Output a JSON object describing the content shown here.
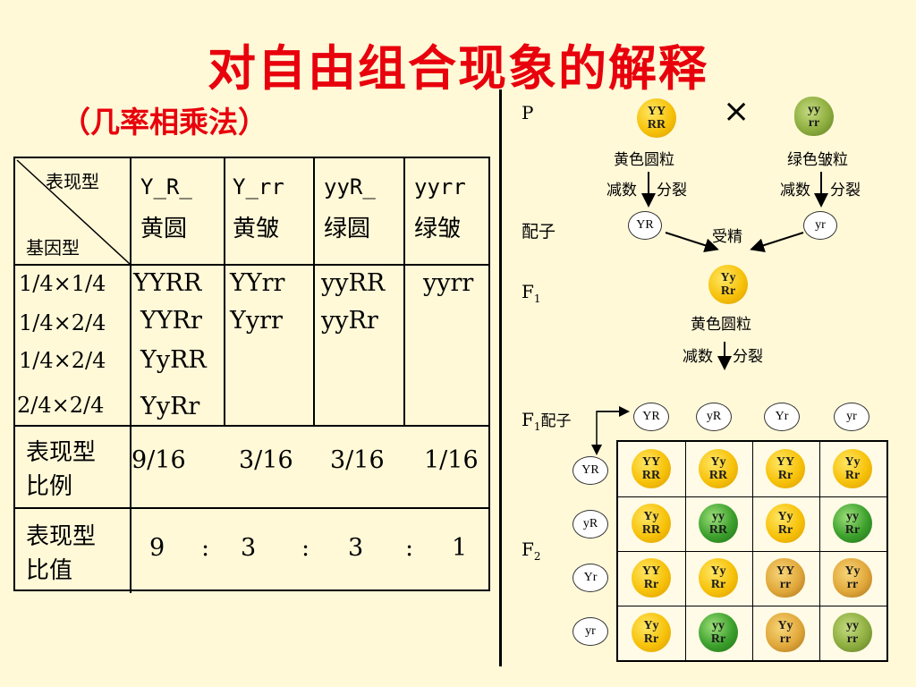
{
  "title": "对自由组合现象的解释",
  "subtitle": "（几率相乘法）",
  "table": {
    "corner_top": "表现型",
    "corner_bottom": "基因型",
    "columns": [
      {
        "code": "Y_R_",
        "name": "黄圆"
      },
      {
        "code": "Y_rr",
        "name": "黄皱"
      },
      {
        "code": "yyR_",
        "name": "绿圆"
      },
      {
        "code": "yyrr",
        "name": "绿皱"
      }
    ],
    "probabilities": [
      "1/4×1/4",
      "1/4×2/4",
      "1/4×2/4",
      "2/4×2/4"
    ],
    "genotypes": {
      "col1": [
        "YYRR",
        "YYRr",
        "YyRR",
        "YyRr"
      ],
      "col2": [
        "YYrr",
        "Yyrr"
      ],
      "col3": [
        "yyRR",
        "yyRr"
      ],
      "col4": [
        "yyrr"
      ]
    },
    "ratio_label": [
      "表现型",
      "比例"
    ],
    "ratios": [
      "9/16",
      "3/16",
      "3/16",
      "1/16"
    ],
    "value_label": [
      "表现型",
      "比值"
    ],
    "values": [
      "9",
      ":",
      "3",
      ":",
      "3",
      ":",
      "1"
    ]
  },
  "diagram": {
    "p_label": "P",
    "cross_symbol": "×",
    "parent1": {
      "genotype": [
        "YY",
        "RR"
      ],
      "phenotype": "黄色圆粒",
      "meiosis": [
        "减数",
        "分裂"
      ]
    },
    "parent2": {
      "genotype": [
        "yy",
        "rr"
      ],
      "phenotype": "绿色皱粒",
      "meiosis": [
        "减数",
        "分裂"
      ]
    },
    "gamete_label": "配子",
    "gamete1": "YR",
    "gamete2": "yr",
    "fertilization": "受精",
    "f1_label": "F",
    "f1_sub": "1",
    "f1": {
      "genotype": [
        "Yy",
        "Rr"
      ],
      "phenotype": "黄色圆粒",
      "meiosis": [
        "减数",
        "分裂"
      ]
    },
    "f1_gamete_label": "配子",
    "f1_gametes": [
      "YR",
      "yR",
      "Yr",
      "yr"
    ],
    "f2_label": "F",
    "f2_sub": "2",
    "punnett": [
      [
        [
          "YY",
          "RR"
        ],
        [
          "Yy",
          "RR"
        ],
        [
          "YY",
          "Rr"
        ],
        [
          "Yy",
          "Rr"
        ]
      ],
      [
        [
          "Yy",
          "RR"
        ],
        [
          "yy",
          "RR"
        ],
        [
          "Yy",
          "Rr"
        ],
        [
          "yy",
          "Rr"
        ]
      ],
      [
        [
          "YY",
          "Rr"
        ],
        [
          "Yy",
          "Rr"
        ],
        [
          "YY",
          "rr"
        ],
        [
          "Yy",
          "rr"
        ]
      ],
      [
        [
          "Yy",
          "Rr"
        ],
        [
          "yy",
          "Rr"
        ],
        [
          "Yy",
          "rr"
        ],
        [
          "yy",
          "rr"
        ]
      ]
    ]
  },
  "colors": {
    "background": "#fff9d8",
    "title": "#e8000c",
    "yellow_round": "#f7c20a",
    "green_round": "#3ca02c",
    "yellow_wrinkled": "#e1a83b",
    "green_wrinkled": "#8eae3f"
  }
}
